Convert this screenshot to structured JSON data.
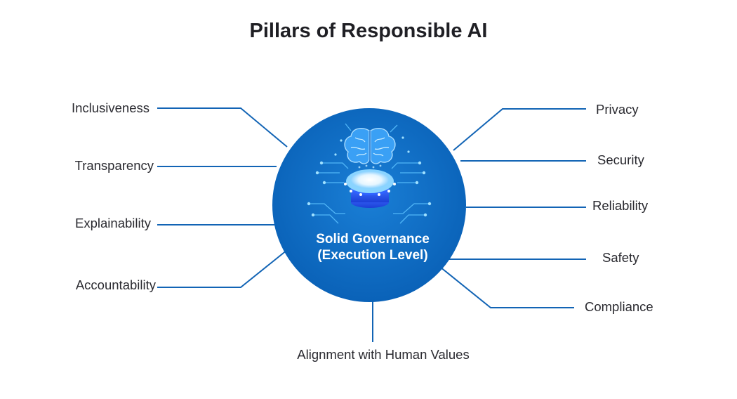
{
  "diagram": {
    "title": "Pillars of Responsible AI",
    "center": {
      "line1": "Solid Governance",
      "line2": "(Execution Level)",
      "icon": "brain-chip-icon"
    },
    "left_pillars": [
      "Inclusiveness",
      "Transparency",
      "Explainability",
      "Accountability"
    ],
    "right_pillars": [
      "Privacy",
      "Security",
      "Reliability",
      "Safety",
      "Compliance"
    ],
    "bottom_pillar": "Alignment with Human Values",
    "colors": {
      "hub": "#0d6ec7",
      "connector": "#1264b5",
      "brain": "#3fa6ff",
      "text": "#2a2a30"
    }
  }
}
